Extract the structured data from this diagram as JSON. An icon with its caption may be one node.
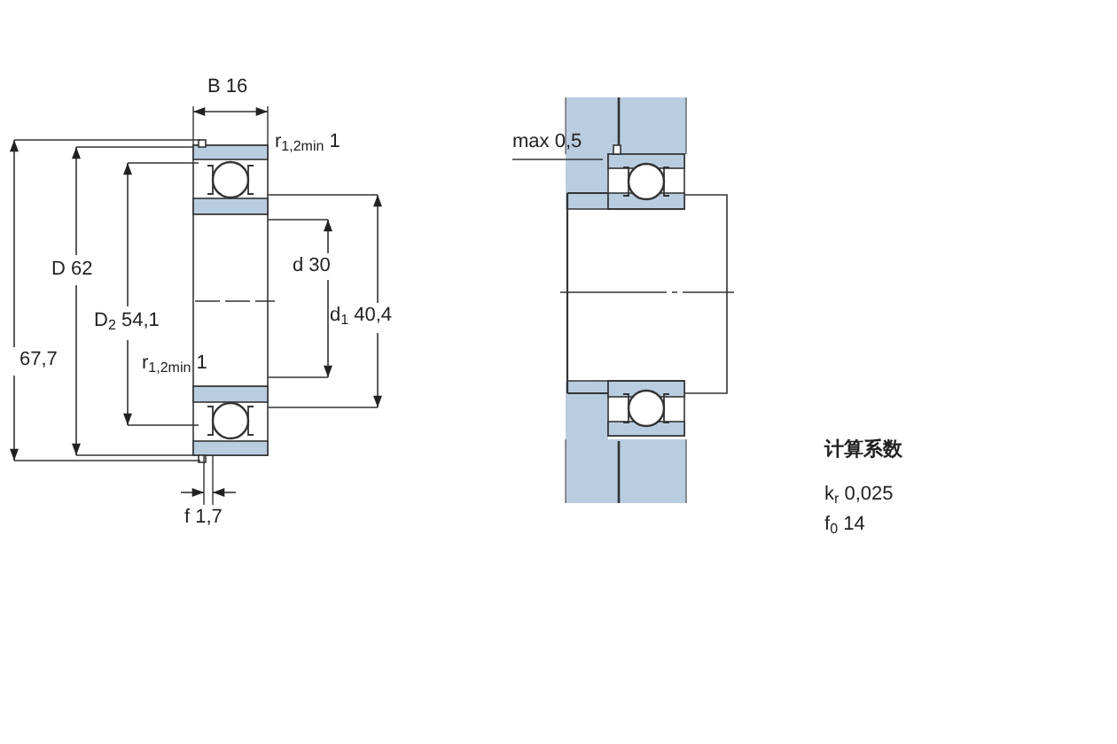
{
  "diagram": {
    "labels": [
      "B 16",
      "max 0,5",
      "r$_{1,2min}$ 1",
      "d 30",
      "D 62",
      "d$_{1}$ 40,4",
      "D$_{2}$ 54,1",
      "67,7",
      "r$_{1,2min}$ 1",
      "计算系数",
      "k$_{r}$ 0,025",
      "f 1,7",
      "f$_{0}$ 14"
    ]
  }
}
